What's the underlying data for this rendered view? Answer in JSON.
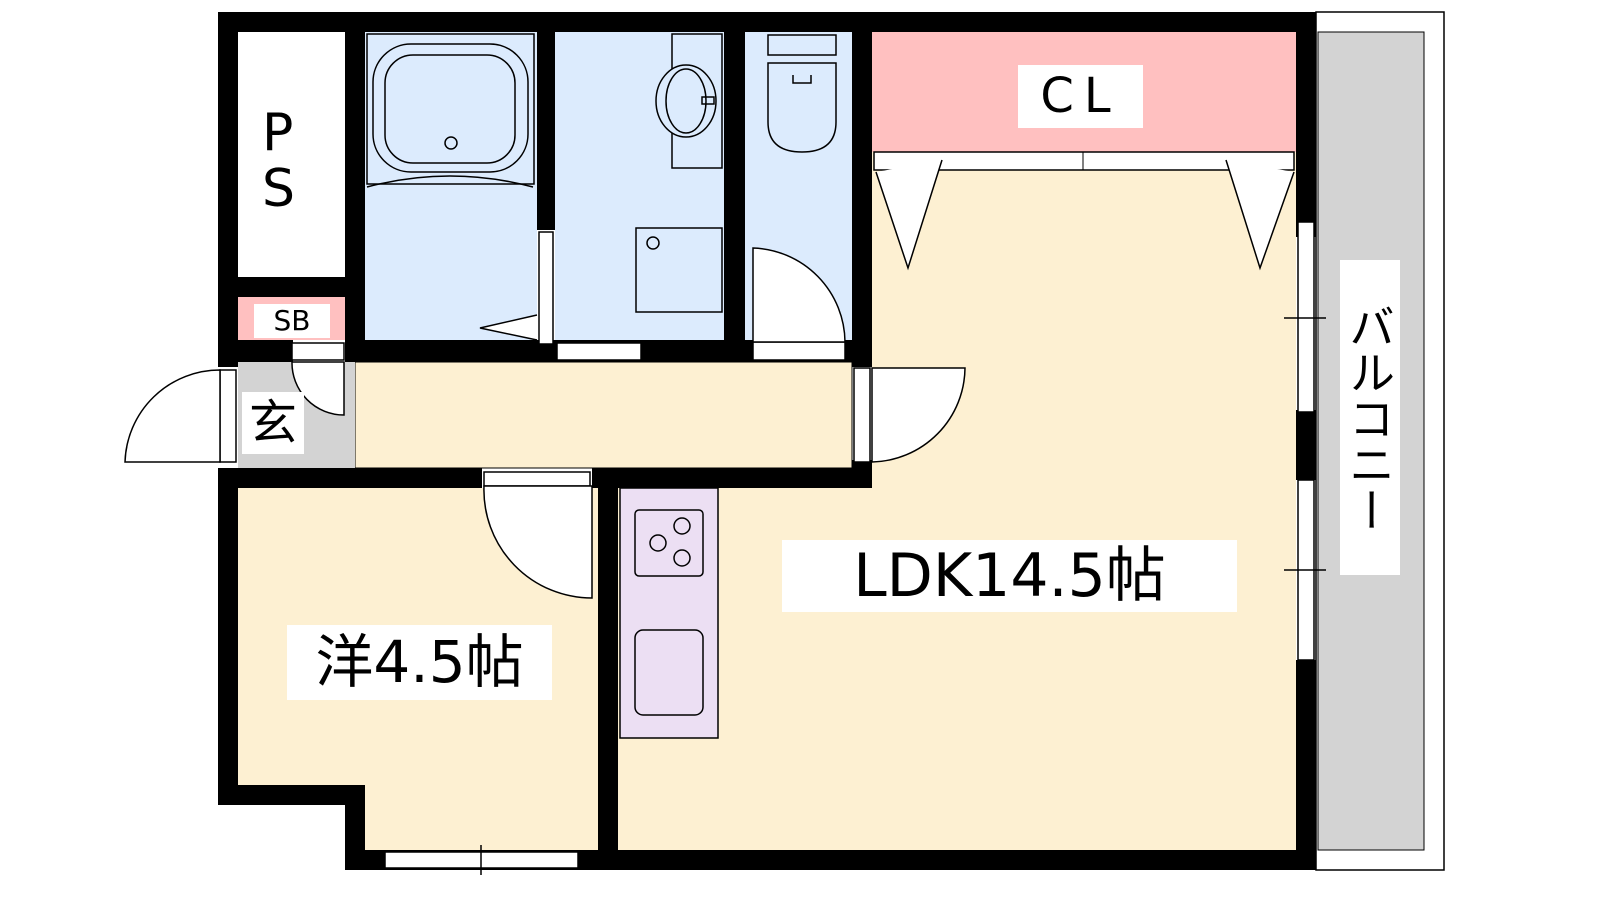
{
  "floorplan": {
    "rooms": {
      "ps": "PS",
      "sb": "SB",
      "genkan": "玄",
      "closet": "CL",
      "ldk": "LDK14.5帖",
      "western": "洋4.5帖",
      "balcony": "バルコニー"
    },
    "colors": {
      "wet_area": "#dcebfd",
      "floor": "#fdf0d2",
      "storage": "#ffc0c0",
      "kitchen": "#ecdff3",
      "genkan": "#d3d3d3",
      "balcony": "#d3d3d3",
      "wall": "#000000"
    }
  }
}
